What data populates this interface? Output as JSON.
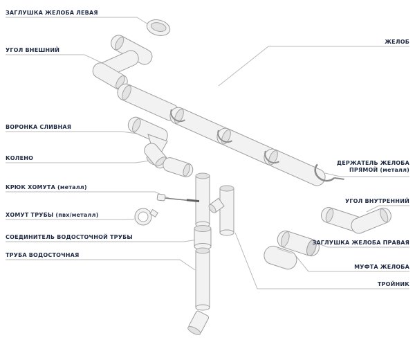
{
  "diagram": {
    "type": "exploded-parts-diagram",
    "language": "ru",
    "subject": "Элементы водосточной системы",
    "colors": {
      "background": "#ffffff",
      "label_text": "#1f2a44",
      "leader_line": "#b9b9b9",
      "part_fill": "#f2f2f2",
      "part_stroke": "#9c9c9c"
    },
    "labels_left": [
      {
        "id": "endcap-left",
        "text": "ЗАГЛУШКА ЖЕЛОБА ЛЕВАЯ"
      },
      {
        "id": "outer-corner",
        "text": "УГОЛ ВНЕШНИЙ"
      },
      {
        "id": "funnel",
        "text": "ВОРОНКА СЛИВНАЯ"
      },
      {
        "id": "elbow",
        "text": "КОЛЕНО"
      },
      {
        "id": "clamp-hook",
        "text": "КРЮК ХОМУТА (металл)"
      },
      {
        "id": "pipe-clamp",
        "text": "ХОМУТ ТРУБЫ (пвх/металл)"
      },
      {
        "id": "pipe-connector",
        "text": "СОЕДИНИТЕЛЬ ВОДОСТОЧНОЙ ТРУБЫ"
      },
      {
        "id": "downpipe",
        "text": "ТРУБА ВОДОСТОЧНАЯ"
      }
    ],
    "labels_right": [
      {
        "id": "gutter",
        "text": "ЖЕЛОБ"
      },
      {
        "id": "holder-straight",
        "text": "ДЕРЖАТЕЛЬ ЖЕЛОБА ПРЯМОЙ (металл)"
      },
      {
        "id": "inner-corner",
        "text": "УГОЛ ВНУТРЕННИЙ"
      },
      {
        "id": "endcap-right",
        "text": "ЗАГЛУШКА ЖЕЛОБА ПРАВАЯ"
      },
      {
        "id": "gutter-coupling",
        "text": "МУФТА ЖЕЛОБА"
      },
      {
        "id": "tee",
        "text": "ТРОЙНИК"
      }
    ]
  }
}
